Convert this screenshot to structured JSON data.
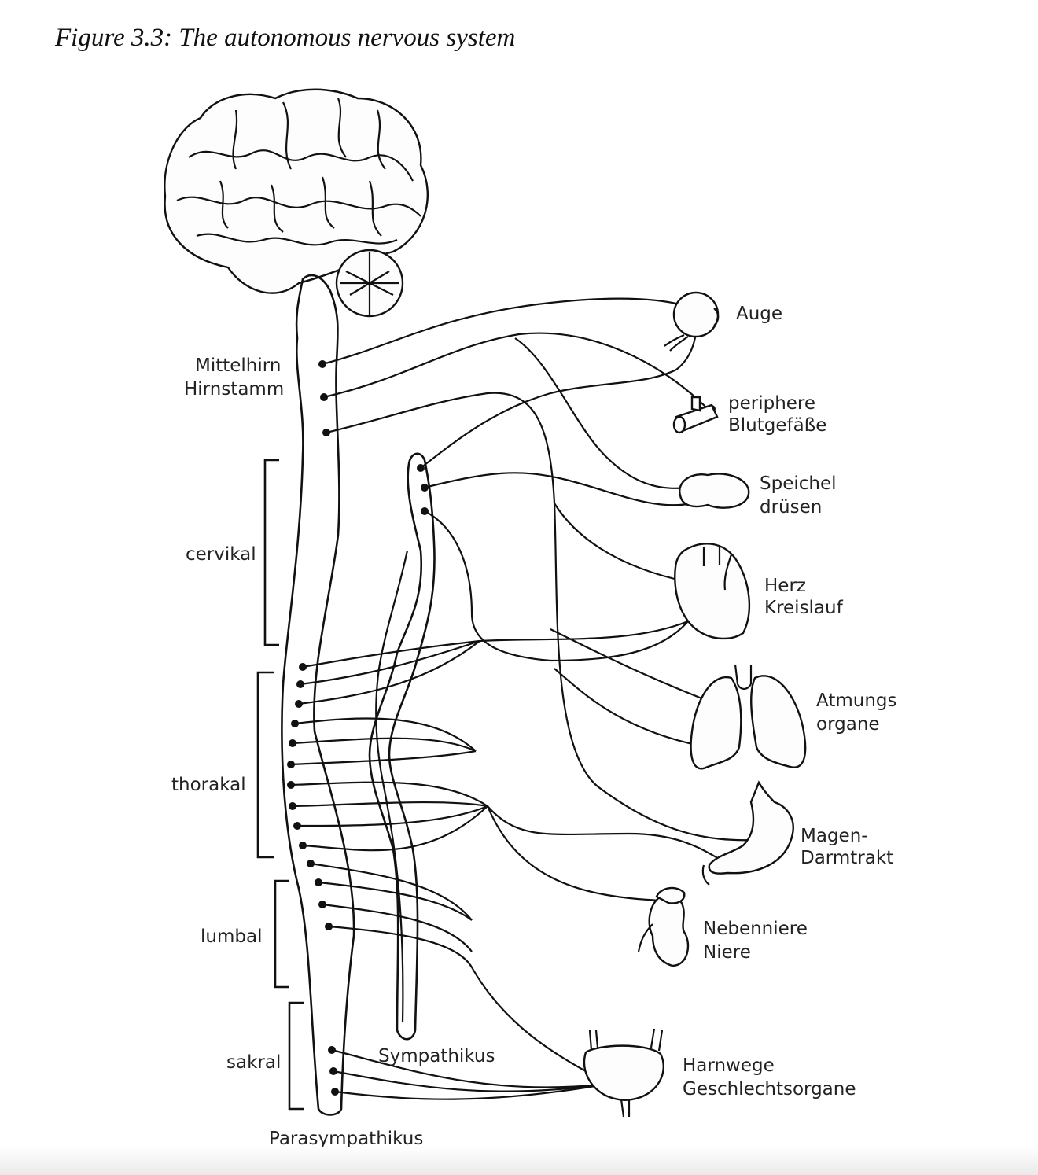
{
  "caption": "Figure 3.3: The autonomous nervous system",
  "labels": {
    "brainstem": [
      "Mittelhirn",
      "Hirnstamm"
    ],
    "cervical": "cervikal",
    "thoracic": "thorakal",
    "lumbar": "lumbal",
    "sacral": "sakral",
    "sympathetic": "Sympathikus",
    "parasympathetic": "Parasympathikus"
  },
  "organs": {
    "eye": [
      "Auge"
    ],
    "vessels": [
      "periphere",
      "Blutgefäße"
    ],
    "salivary": [
      "Speichel",
      "drüsen"
    ],
    "heart": [
      "Herz",
      "Kreislauf"
    ],
    "lungs": [
      "Atmungs",
      "organe"
    ],
    "stomach": [
      "Magen-",
      "Darmtrakt"
    ],
    "kidney": [
      "Nebenniere",
      "Niere"
    ],
    "bladder": [
      "Harnwege",
      "Geschlechtsorgane"
    ]
  }
}
